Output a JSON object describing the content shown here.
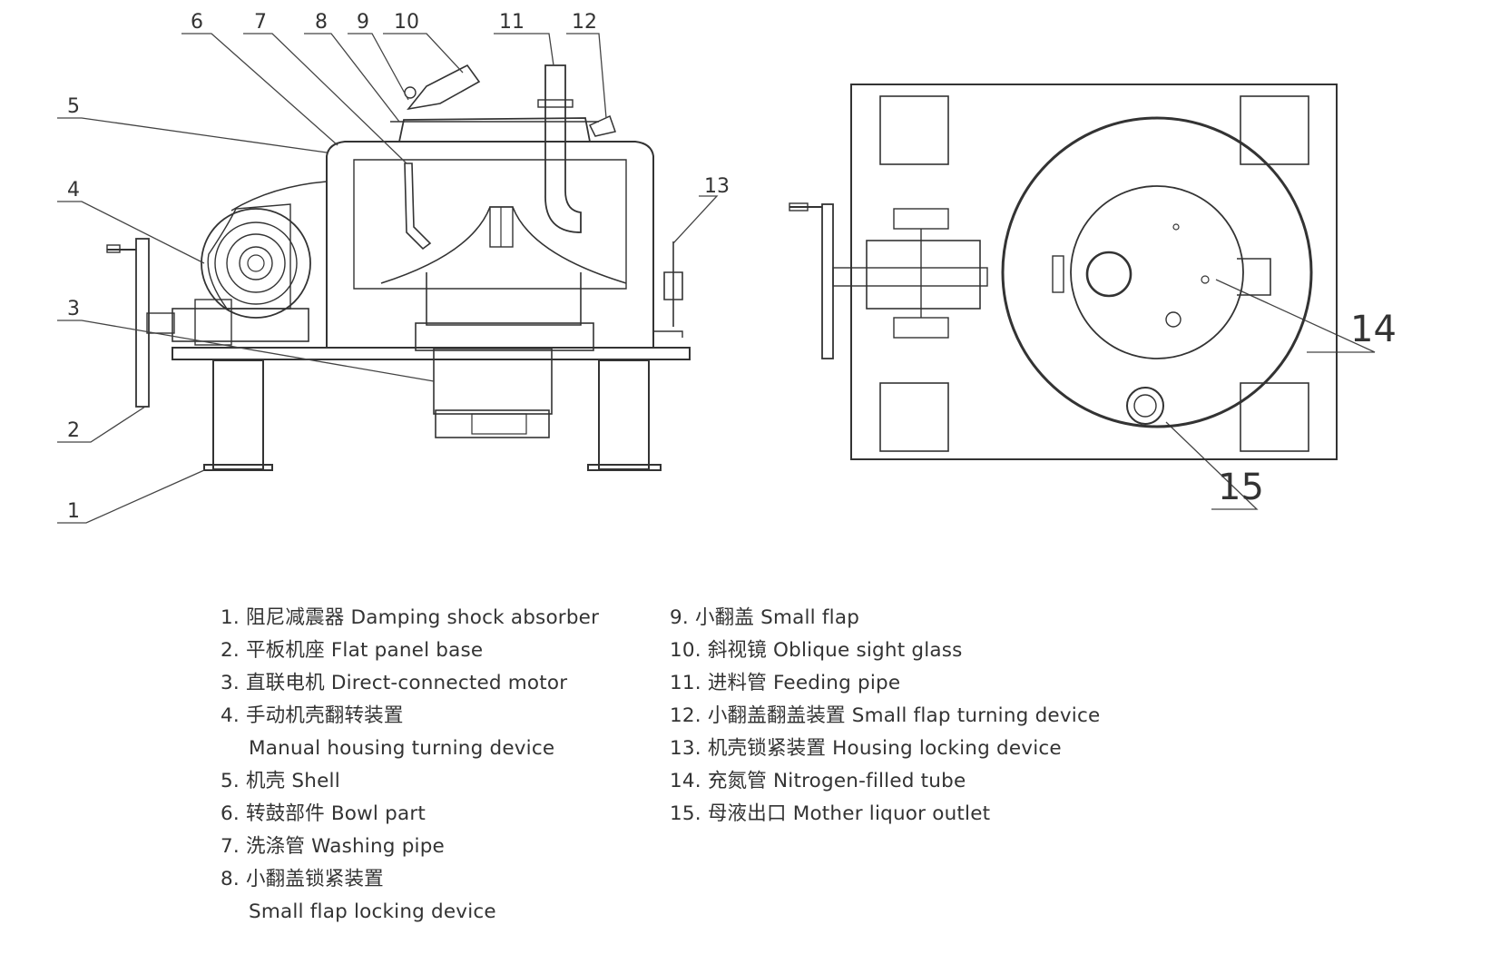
{
  "callouts": {
    "c1": "1",
    "c2": "2",
    "c3": "3",
    "c4": "4",
    "c5": "5",
    "c6": "6",
    "c7": "7",
    "c8": "8",
    "c9": "9",
    "c10": "10",
    "c11": "11",
    "c12": "12",
    "c13": "13",
    "c14": "14",
    "c15": "15"
  },
  "legend": {
    "left": [
      {
        "num": "1.",
        "zh": "阻尼减震器",
        "en": "Damping shock absorber"
      },
      {
        "num": "2.",
        "zh": "平板机座",
        "en": "Flat panel base"
      },
      {
        "num": "3.",
        "zh": "直联电机",
        "en": "Direct-connected motor"
      },
      {
        "num": "4.",
        "zh": "手动机壳翻转装置",
        "sub": "Manual housing turning device"
      },
      {
        "num": "5.",
        "zh": "机壳",
        "en": "Shell"
      },
      {
        "num": "6.",
        "zh": "转鼓部件",
        "en": "Bowl part"
      },
      {
        "num": "7.",
        "zh": "洗涤管",
        "en": "Washing pipe"
      },
      {
        "num": "8.",
        "zh": "小翻盖锁紧装置",
        "sub": "Small flap locking device"
      }
    ],
    "right": [
      {
        "num": "9.",
        "zh": "小翻盖",
        "en": "Small flap"
      },
      {
        "num": "10.",
        "zh": "斜视镜",
        "en": "Oblique sight glass"
      },
      {
        "num": "11.",
        "zh": "进料管",
        "en": "Feeding pipe"
      },
      {
        "num": "12.",
        "zh": "小翻盖翻盖装置",
        "en": "Small flap turning device"
      },
      {
        "num": "13.",
        "zh": "机壳锁紧装置",
        "en": "Housing locking device"
      },
      {
        "num": "14.",
        "zh": "充氮管",
        "en": "Nitrogen-filled tube"
      },
      {
        "num": "15.",
        "zh": "母液出口",
        "en": "Mother liquor outlet"
      }
    ]
  }
}
